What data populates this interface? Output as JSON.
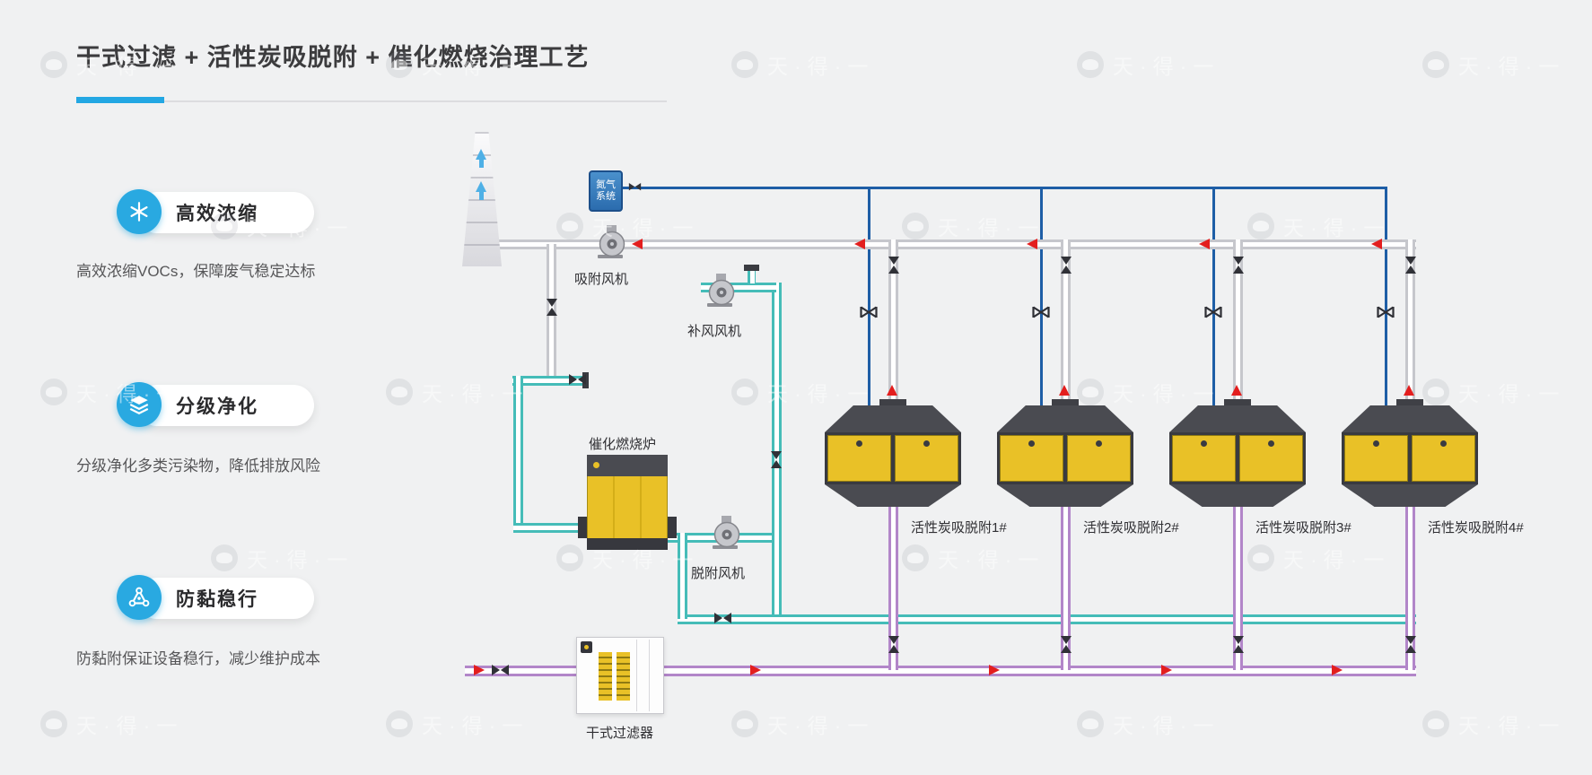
{
  "page": {
    "title": "干式过滤 + 活性炭吸脱附 + 催化燃烧治理工艺",
    "watermark": "天·得·一"
  },
  "features": [
    {
      "label": "高效浓缩",
      "desc": "高效浓缩VOCs，保障废气稳定达标"
    },
    {
      "label": "分级净化",
      "desc": "分级净化多类污染物，降低排放风险"
    },
    {
      "label": "防黏稳行",
      "desc": "防黏附保证设备稳行，减少维护成本"
    }
  ],
  "diagram": {
    "nitrogen_line1": "氮气",
    "nitrogen_line2": "系统",
    "adsorption_fan": "吸附风机",
    "makeup_fan": "补风风机",
    "desorption_fan": "脱附风机",
    "catalytic_furnace": "催化燃烧炉",
    "dry_filter": "干式过滤器",
    "carbon_units": [
      {
        "label": "活性炭吸脱附1#"
      },
      {
        "label": "活性炭吸脱附2#"
      },
      {
        "label": "活性炭吸脱附3#"
      },
      {
        "label": "活性炭吸脱附4#"
      }
    ]
  },
  "colors": {
    "accent_blue": "#29a9e1",
    "pipe_teal": "#45bcb8",
    "pipe_purple": "#b286c9",
    "pipe_gray": "#c6c7cc",
    "nitrogen_line_blue": "#1e5ea6",
    "equipment_yellow": "#e9c127",
    "equipment_dark": "#45464c",
    "flow_arrow_red": "#e31e1e"
  }
}
